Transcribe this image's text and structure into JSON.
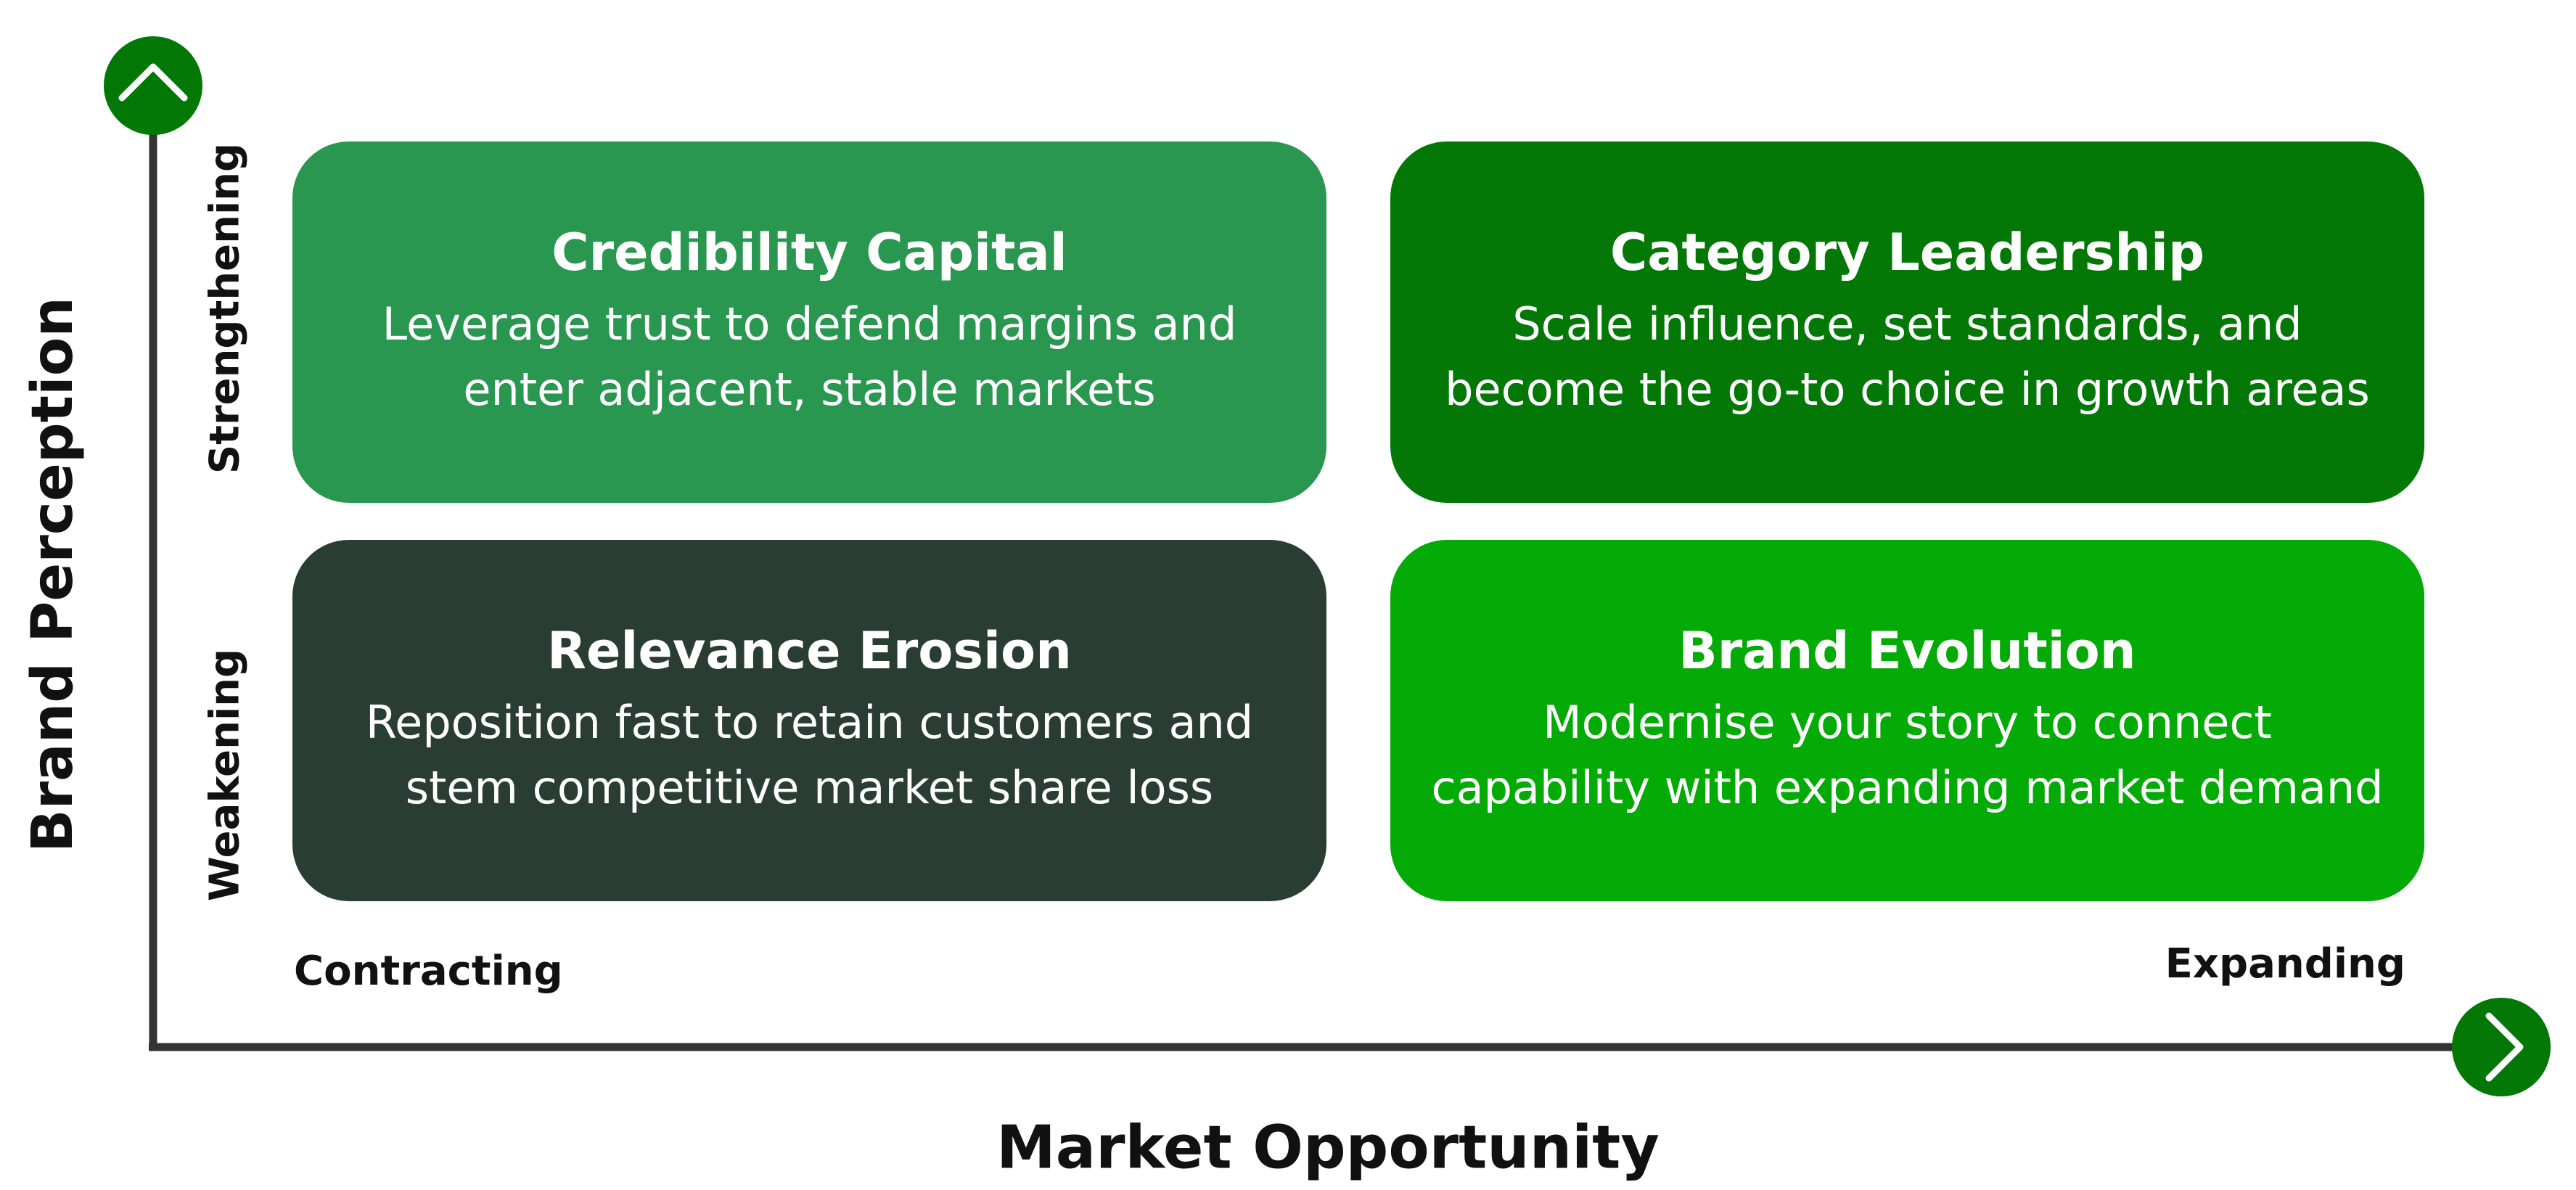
{
  "axes": {
    "y_title": "Brand Perception",
    "x_title": "Market Opportunity",
    "y_ticks": {
      "top": "Strengthening",
      "bottom": "Weakening"
    },
    "x_ticks": {
      "left": "Contracting",
      "right": "Expanding"
    },
    "line_color": "#333333",
    "arrow_color": "#037806",
    "icons": {
      "y_end": "chevron-up-icon",
      "x_end": "chevron-right-icon"
    }
  },
  "quadrants": {
    "top_left": {
      "title": "Credibility Capital",
      "desc_line1": "Leverage trust to defend margins and",
      "desc_line2": "enter adjacent, stable markets",
      "color": "#29974f"
    },
    "top_right": {
      "title": "Category Leadership",
      "desc_line1": "Scale influence, set standards, and",
      "desc_line2": "become the go-to choice in growth areas",
      "color": "#037806"
    },
    "bottom_left": {
      "title": "Relevance Erosion",
      "desc_line1": "Reposition fast to retain customers and",
      "desc_line2": "stem competitive market share loss",
      "color": "#2a3d33"
    },
    "bottom_right": {
      "title": "Brand Evolution",
      "desc_line1": "Modernise your story to connect",
      "desc_line2": "capability with expanding market demand",
      "color": "#04aa06"
    }
  }
}
